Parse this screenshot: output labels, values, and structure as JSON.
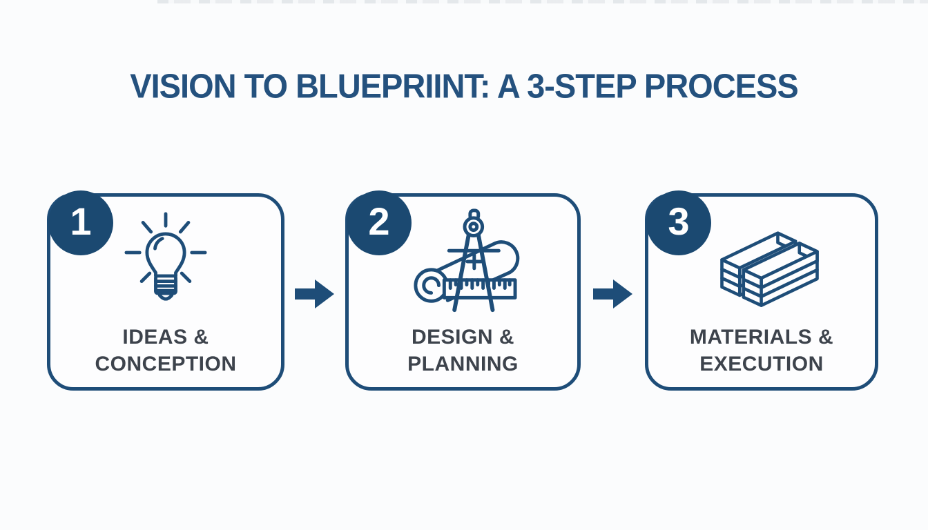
{
  "title": "VISION TO BLUEPRIINT: A 3-STEP PROCESS",
  "steps": [
    {
      "number": "1",
      "label_line1": "IDEAS &",
      "label_line2": "CONCEPTION",
      "icon": "lightbulb-icon"
    },
    {
      "number": "2",
      "label_line1": "DESIGN &",
      "label_line2": "PLANNING",
      "icon": "drafting-compass-blueprint-icon"
    },
    {
      "number": "3",
      "label_line1": "MATERIALS &",
      "label_line2": "EXECUTION",
      "icon": "lumber-stack-icon"
    }
  ],
  "arrows": [
    {
      "icon": "arrow-right-icon"
    },
    {
      "icon": "arrow-right-icon"
    }
  ],
  "colors": {
    "navy": "#1e4d78",
    "badge-navy": "#1b4971",
    "title-blue": "#24517e",
    "label-gray": "#3d434c",
    "bg": "#fbfcfd",
    "card-bg": "#fdfdfe"
  }
}
